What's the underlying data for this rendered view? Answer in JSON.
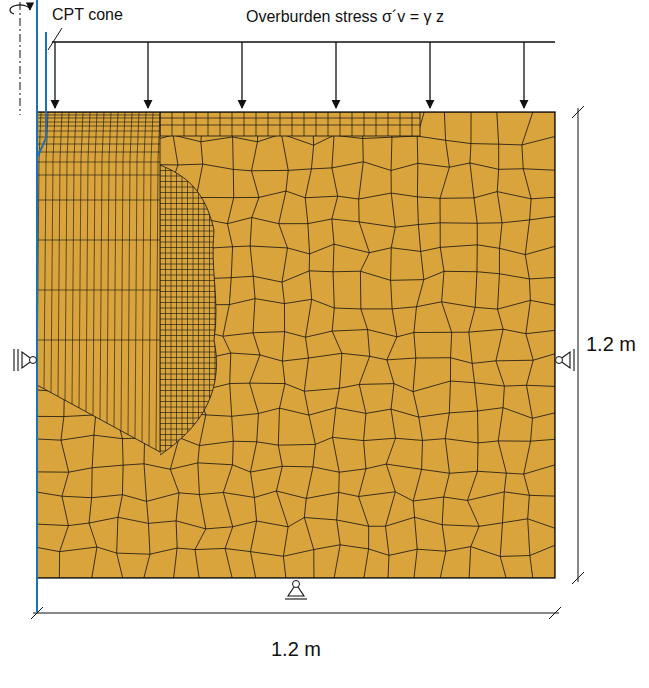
{
  "diagram": {
    "labels": [
      "CPT cone",
      "Overburden stress σ´v = γ z",
      "1.2 m",
      "1.2 m"
    ]
  }
}
